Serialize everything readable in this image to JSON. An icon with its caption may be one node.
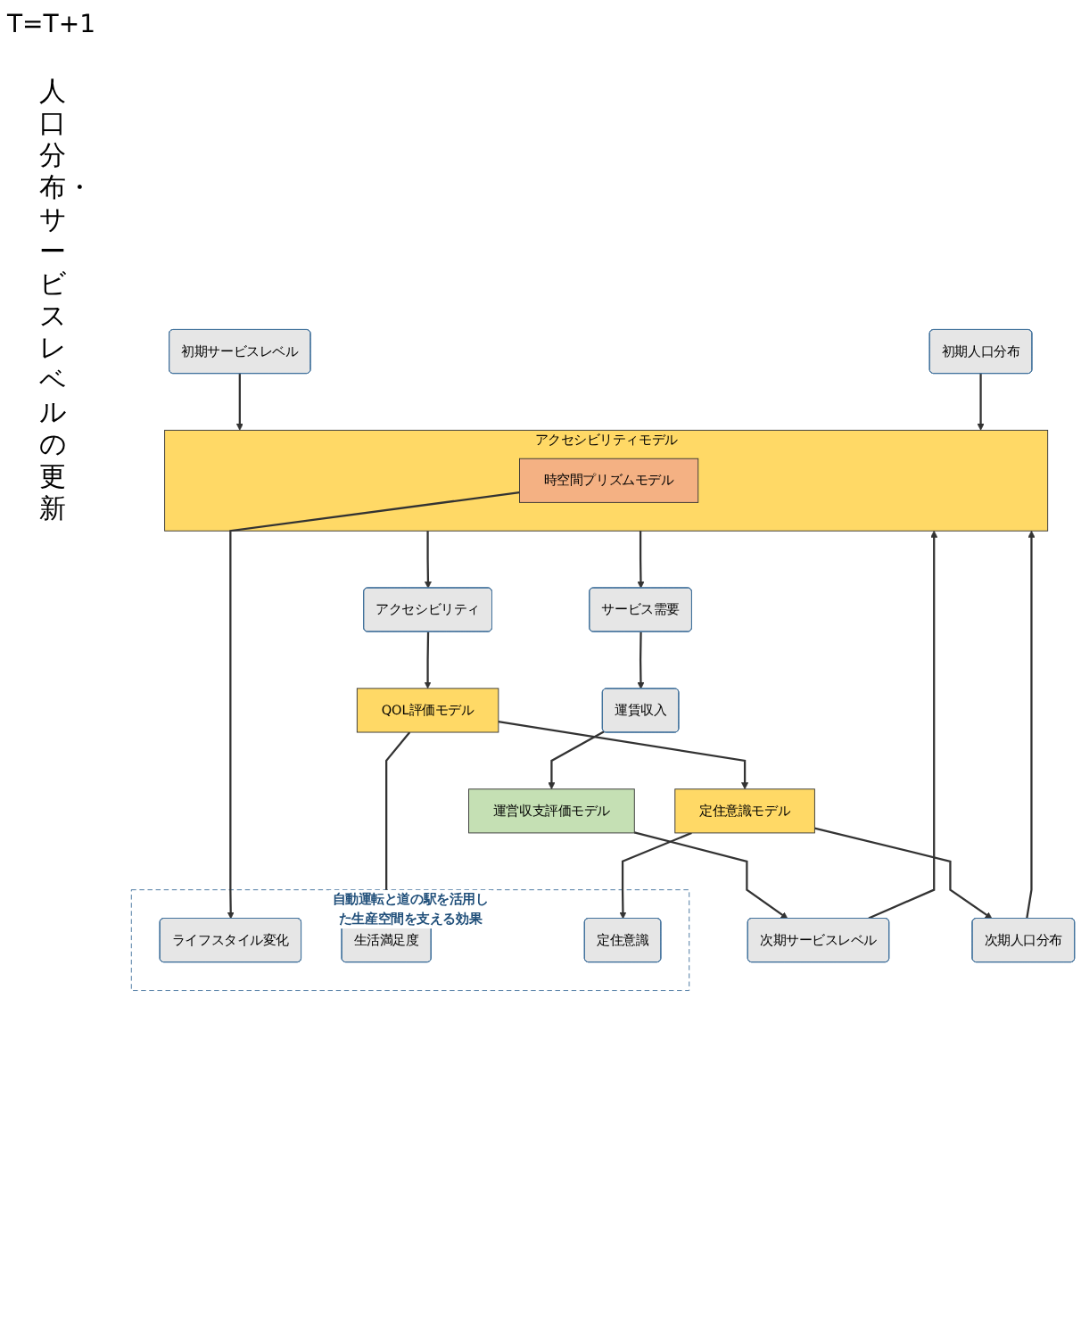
{
  "diagram": {
    "nodes": [
      {
        "text": [
          "初期サービスレベル"
        ]
      },
      {
        "text": [
          "初期人口分布"
        ]
      },
      {
        "text": [
          "アクセシビリティモデル"
        ]
      },
      {
        "text": [
          "時空間プリズムモデル"
        ],
        "in": 2
      },
      {
        "text": [
          "サービス需要"
        ]
      },
      {
        "text": [
          "アクセシビリティ"
        ]
      },
      {
        "text": [
          "QOL評価モデル"
        ]
      },
      {
        "text": [
          "定住意識モデル"
        ]
      },
      {
        "text": [
          "運賃収入"
        ]
      },
      {
        "text": [
          "運営収支評価モデル"
        ]
      },
      {
        "text": [
          "次期サービスレベル"
        ]
      },
      {
        "text": [
          "次期人口分布"
        ]
      },
      {
        "text": [
          "自動運転と道の駅を活用した生産空間を支える効果"
        ]
      },
      {
        "text": [
          "ライフスタイル変化"
        ],
        "in": 12
      },
      {
        "text": [
          "生活満足度"
        ],
        "in": 12
      },
      {
        "text": [
          "定住意識"
        ],
        "in": 12
      }
    ],
    "edges": [
      {
        "from": 0,
        "to": 2,
        "arrow": "to"
      },
      {
        "from": 1,
        "to": 2,
        "arrow": "to"
      },
      {
        "from": 3,
        "to": 13,
        "arrow": "to"
      },
      {
        "from": 2,
        "to": 4,
        "arrow": "to"
      },
      {
        "from": 2,
        "to": 5,
        "arrow": "to"
      },
      {
        "from": 5,
        "to": 6,
        "arrow": "to"
      },
      {
        "from": 6,
        "to": 14,
        "arrow": "to"
      },
      {
        "from": 6,
        "to": 7,
        "arrow": "to"
      },
      {
        "from": 7,
        "to": 15,
        "arrow": "to"
      },
      {
        "from": 4,
        "to": 8,
        "arrow": "to"
      },
      {
        "from": 8,
        "to": 9,
        "arrow": "to"
      },
      {
        "from": 9,
        "to": 10,
        "arrow": "to"
      },
      {
        "from": 7,
        "to": 11,
        "arrow": "to"
      },
      {
        "from": 10,
        "to": 2,
        "arrow": "to"
      },
      {
        "from": 11,
        "to": 2,
        "arrow": "to"
      }
    ],
    "labels": [
      "T=T+1",
      "人口分布・サービスレベルの更新"
    ]
  }
}
